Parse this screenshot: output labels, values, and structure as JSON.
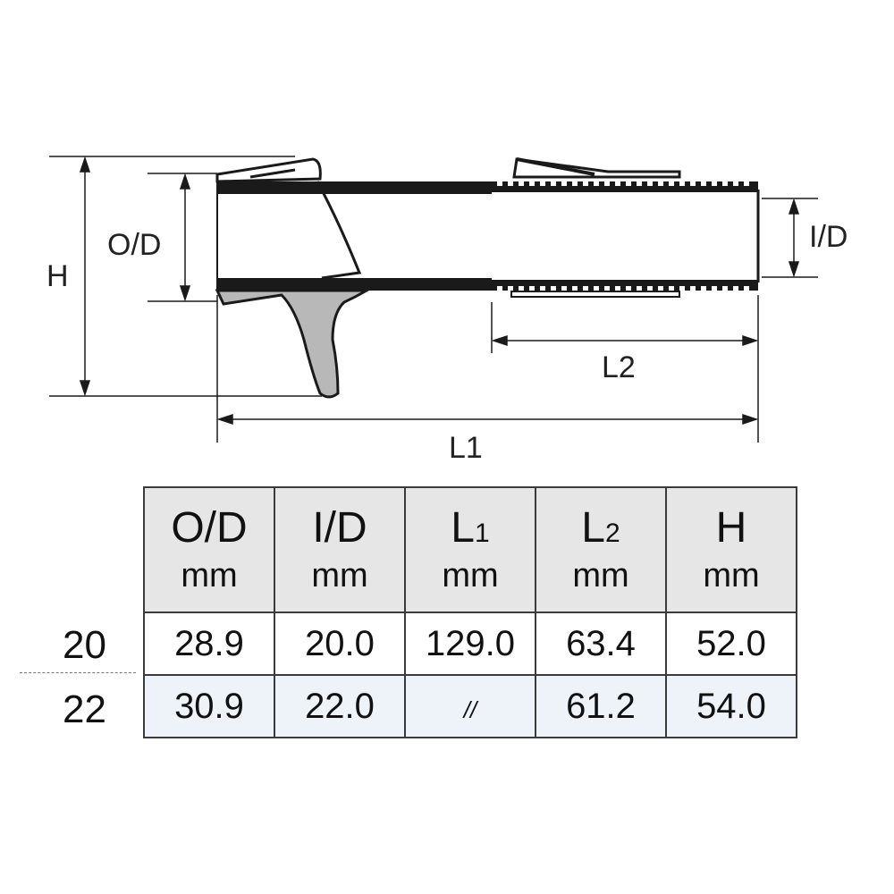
{
  "diagram": {
    "labels": {
      "height": "H",
      "outer_diameter": "O/D",
      "inner_diameter": "I/D",
      "length_2": "L2",
      "length_1": "L1"
    },
    "colors": {
      "line": "#1a1a1a",
      "fin_fill": "#b8b8b8",
      "table_header": "#e6e6e6",
      "row_alt": "#eef2f9"
    }
  },
  "table": {
    "headers": [
      {
        "name": "O/D",
        "sub": "",
        "unit": "mm"
      },
      {
        "name": "I/D",
        "sub": "",
        "unit": "mm"
      },
      {
        "name": "L",
        "sub": "1",
        "unit": "mm"
      },
      {
        "name": "L",
        "sub": "2",
        "unit": "mm"
      },
      {
        "name": "H",
        "sub": "",
        "unit": "mm"
      }
    ],
    "rows": [
      {
        "size": "20",
        "values": [
          "28.9",
          "20.0",
          "129.0",
          "63.4",
          "52.0"
        ]
      },
      {
        "size": "22",
        "values": [
          "30.9",
          "22.0",
          "//",
          "61.2",
          "54.0"
        ]
      }
    ]
  }
}
